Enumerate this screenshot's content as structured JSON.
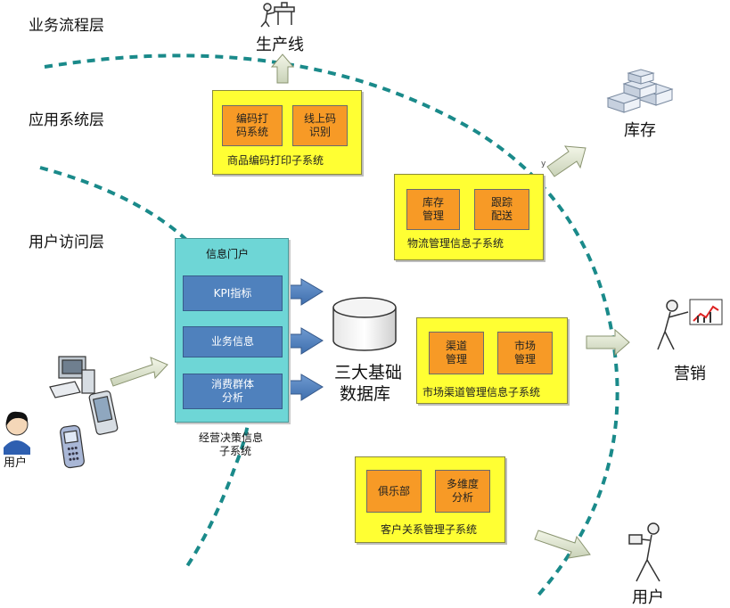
{
  "layers": {
    "business": "业务流程层",
    "application": "应用系统层",
    "access": "用户访问层"
  },
  "targets": {
    "production": "生产线",
    "inventory": "库存",
    "marketing": "营销",
    "user_bottom": "用户",
    "user_left": "用户"
  },
  "subsystems": {
    "coding": {
      "title": "商品编码打印子系统",
      "boxes": [
        "编码打\n码系统",
        "线上码\n识别"
      ]
    },
    "logistics": {
      "title": "物流管理信息子系统",
      "boxes": [
        "库存\n管理",
        "跟踪\n配送"
      ]
    },
    "market": {
      "title": "市场渠道管理信息子系统",
      "boxes": [
        "渠道\n管理",
        "市场\n管理"
      ]
    },
    "crm": {
      "title": "客户关系管理子系统",
      "boxes": [
        "俱乐部",
        "多维度\n分析"
      ]
    }
  },
  "portal": {
    "title": "信息门户",
    "items": [
      "KPI指标",
      "业务信息",
      "消费群体\n分析"
    ],
    "caption_line1": "经营决策信息",
    "caption_line2": "子系统"
  },
  "database": {
    "line1": "三大基础",
    "line2": "数据库"
  },
  "stray_mark": "y",
  "colors": {
    "dashed_line": "#1a8a8a",
    "yellow": "#ffff33",
    "orange": "#f79a26",
    "portal": "#6ed6d6",
    "blue": "#4f81bd"
  },
  "icons": [
    "worker-at-machine-icon",
    "stacked-boxes-icon",
    "presenter-chart-icon",
    "carrying-person-icon",
    "desktop-computer-icon",
    "pda-device-icon",
    "mobile-phone-icon",
    "person-avatar-icon",
    "database-cylinder-icon"
  ]
}
